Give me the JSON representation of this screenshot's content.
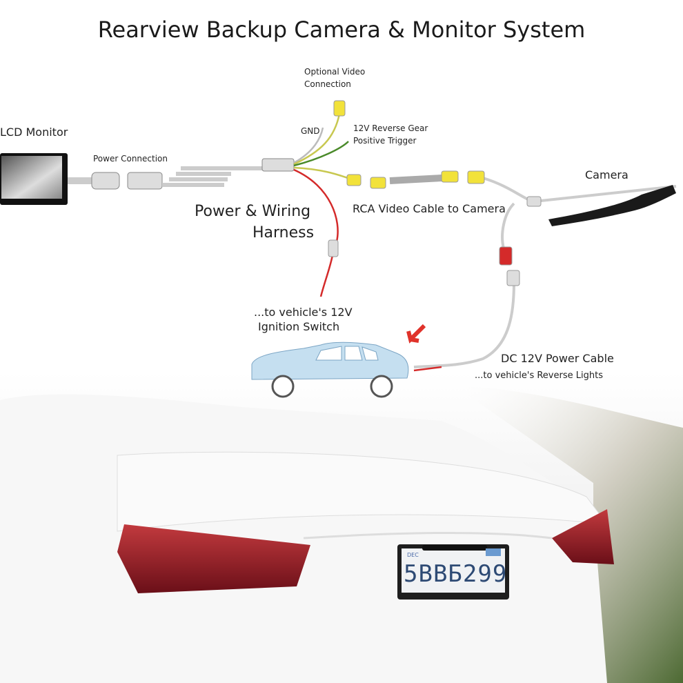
{
  "title": "Rearview Backup Camera & Monitor System",
  "labels": {
    "lcd_monitor": "LCD Monitor",
    "power_connection": "Power Connection",
    "optional_video_line1": "Optional Video",
    "optional_video_line2": "Connection",
    "gnd": "GND",
    "reverse_trigger_line1": "12V Reverse Gear",
    "reverse_trigger_line2": "Positive Trigger",
    "harness_line1": "Power & Wiring",
    "harness_line2": "Harness",
    "rca_cable": "RCA Video Cable to Camera",
    "camera": "Camera",
    "ignition_line1": "...to vehicle's 12V",
    "ignition_line2": "Ignition Switch",
    "dc_power": "DC 12V Power Cable",
    "reverse_lights": "...to vehicle's Reverse Lights"
  },
  "license_plate": {
    "number": "5BBБ299",
    "month": "DEC"
  },
  "colors": {
    "rca_yellow": "#f2e23a",
    "power_red": "#d42a2a",
    "trigger_green": "#4a8a2a",
    "car_blue": "#c5dff0",
    "arrow_red": "#e0322a"
  }
}
